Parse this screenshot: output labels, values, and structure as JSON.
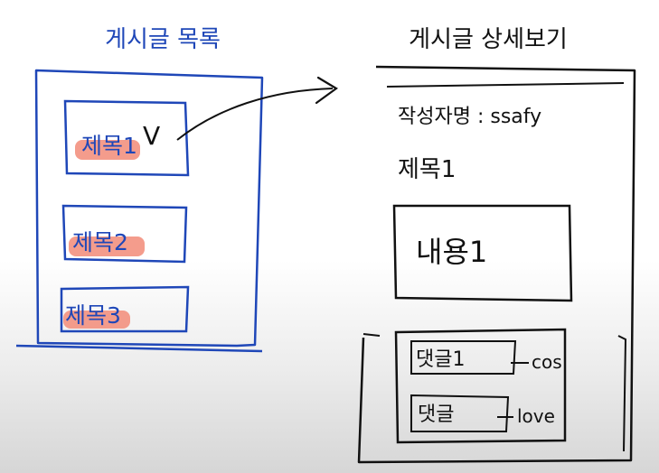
{
  "left_panel": {
    "title": "게시글 목록",
    "items": [
      {
        "label": "제목1",
        "highlight": "#f28b78"
      },
      {
        "label": "제목2",
        "highlight": "#f28b78"
      },
      {
        "label": "제목3",
        "highlight": "#f28b78"
      }
    ],
    "selected_mark": "V",
    "color": "#1f47b8"
  },
  "right_panel": {
    "title": "게시글 상세보기",
    "author_line": "작성자명 : ssafy",
    "post_title": "제목1",
    "content": "내용1",
    "comments": [
      {
        "label": "댓글1",
        "value": "cos"
      },
      {
        "label": "댓글",
        "value": "love"
      }
    ],
    "color": "#111111"
  }
}
